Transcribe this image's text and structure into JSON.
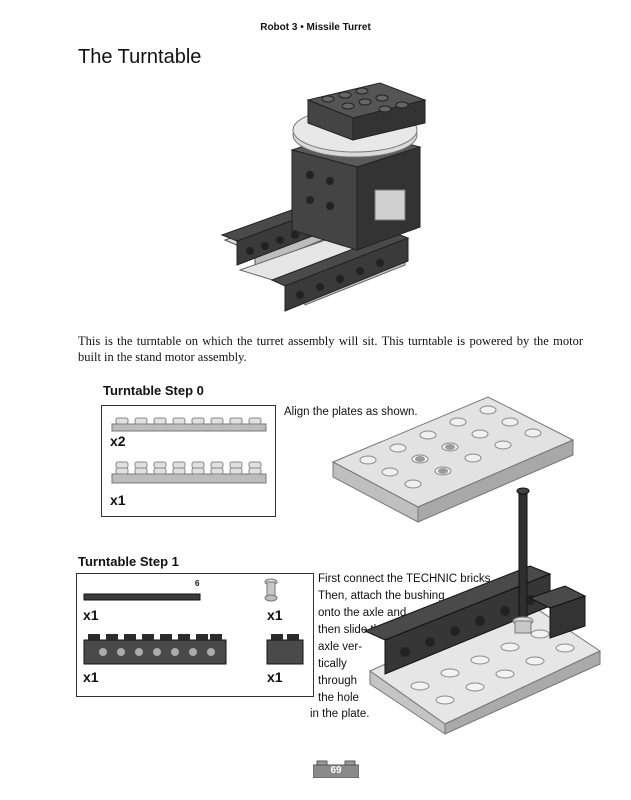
{
  "header": {
    "text": "Robot 3 • Missile Turret"
  },
  "page_title": "The Turntable",
  "description": "This is the turntable on which the turret assembly will sit. This turntable is powered by the motor built in the stand motor assembly.",
  "step0": {
    "title": "Turntable Step 0",
    "parts": [
      {
        "qty": "x2"
      },
      {
        "qty": "x1"
      }
    ],
    "instruction": "Align the plates as shown."
  },
  "step1": {
    "title": "Turntable Step 1",
    "parts": [
      {
        "qty": "x1",
        "label": "6"
      },
      {
        "qty": "x1"
      },
      {
        "qty": "x1"
      },
      {
        "qty": "x1"
      }
    ],
    "instruction_lines": [
      "First connect the TECHNIC bricks.",
      "Then, attach the bushing",
      "onto the axle and",
      "then slide the",
      "axle ver-",
      "tically",
      "through",
      "the hole",
      "in the plate."
    ]
  },
  "footer": {
    "page_number": "69"
  }
}
